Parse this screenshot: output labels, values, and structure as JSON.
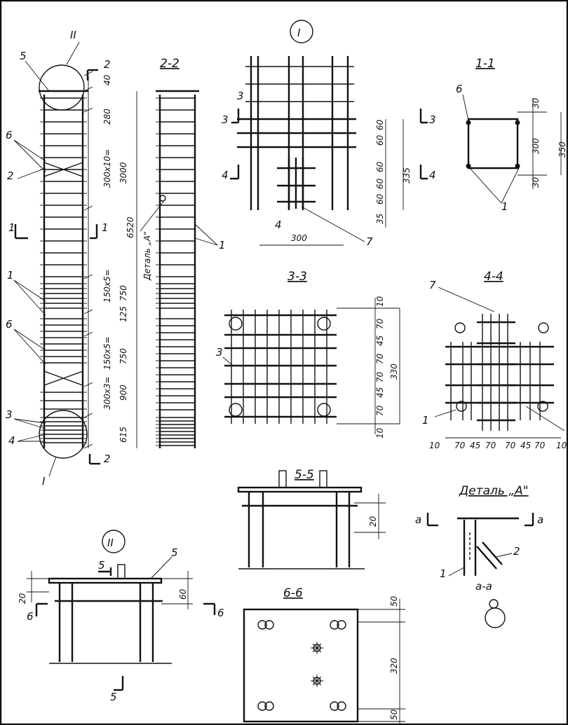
{
  "sections": {
    "s11": "1-1",
    "s22": "2-2",
    "s33": "3-3",
    "s44": "4-4",
    "s55": "5-5",
    "s66": "6-6",
    "node_I": "I",
    "node_II": "II",
    "detail_title": "Деталь „A\"",
    "detail_cut": "a-a"
  },
  "elevation": {
    "dims": [
      "40",
      "280",
      "300x10=",
      "3000",
      "6520",
      "150x5=",
      "750",
      "125",
      "150x5=",
      "750",
      "300x3=",
      "900",
      "615"
    ],
    "detail_ref": "Деталь „A\"",
    "cuts": [
      "1",
      "1",
      "2",
      "2"
    ],
    "markers": [
      "5",
      "6",
      "2",
      "1",
      "6",
      "3",
      "4",
      "II",
      "I"
    ]
  },
  "section22": {
    "marker": "1"
  },
  "nodeI": {
    "dims": [
      "60",
      "60",
      "60",
      "60",
      "60",
      "335",
      "35",
      "300"
    ],
    "markers": [
      "3",
      "4",
      "7"
    ],
    "cuts": [
      "3",
      "3",
      "4",
      "4"
    ]
  },
  "view11": {
    "dims": [
      "30",
      "300",
      "350",
      "30"
    ],
    "markers": [
      "6",
      "1"
    ]
  },
  "view33": {
    "dims": [
      "10",
      "70",
      "45",
      "70",
      "70",
      "45",
      "70",
      "10",
      "330"
    ],
    "marker": "3"
  },
  "view44": {
    "dims": [
      "10",
      "70",
      "45",
      "70",
      "70",
      "45",
      "70",
      "10"
    ],
    "markers": [
      "7",
      "1"
    ]
  },
  "view55": {
    "dims": [
      "20"
    ]
  },
  "nodeII": {
    "dims": [
      "60",
      "20"
    ],
    "markers": [
      "5"
    ],
    "cuts": [
      "5",
      "5",
      "6",
      "6"
    ]
  },
  "view66": {
    "dims": [
      "50",
      "320",
      "50"
    ]
  },
  "detailA": {
    "markers": [
      "2",
      "1"
    ],
    "cuts": [
      "a",
      "a"
    ]
  }
}
